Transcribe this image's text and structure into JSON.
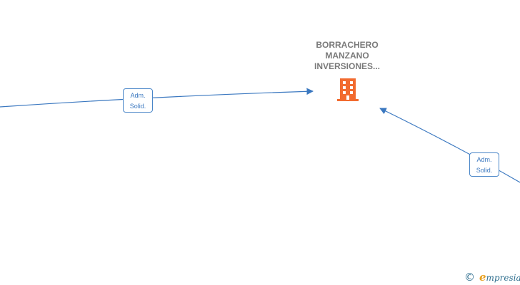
{
  "node": {
    "title_lines": [
      "BORRACHERO",
      "MANZANO",
      "INVERSIONES..."
    ],
    "icon": "building-icon",
    "icon_color": "#f26b2f"
  },
  "edges": [
    {
      "label_line1": "Adm.",
      "label_line2": "Solid."
    },
    {
      "label_line1": "Adm.",
      "label_line2": "Solid."
    }
  ],
  "footer": {
    "copyright_symbol": "©",
    "brand_first_letter": "e",
    "brand_rest": "mpresia"
  },
  "colors": {
    "edge": "#3b78c0",
    "title": "#7a7a7a"
  }
}
